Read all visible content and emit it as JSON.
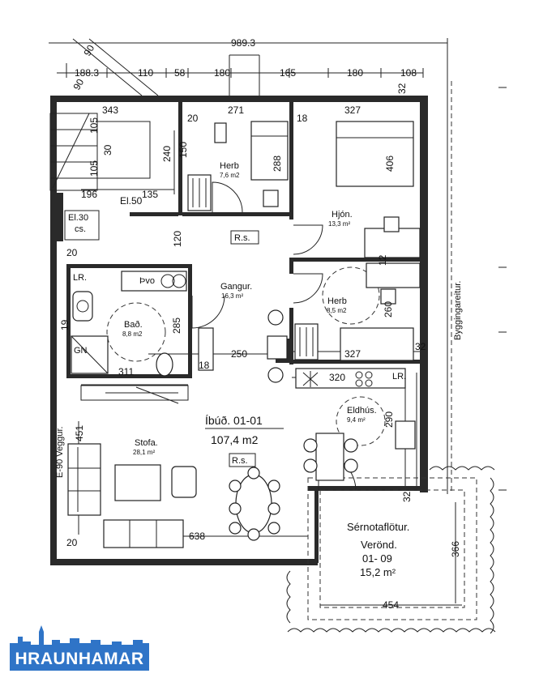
{
  "dimensions": {
    "top_total": "989.3",
    "top_segments": [
      "188.3",
      "110",
      "58",
      "180",
      "165",
      "180",
      "108"
    ],
    "d_90a": "90",
    "d_90b": "90",
    "d_343": "343",
    "d_271": "271",
    "d_327_top": "327",
    "d_20_herb": "20",
    "d_18_top": "18",
    "d_32_top": "32",
    "d_240": "240",
    "d_150": "150",
    "d_196": "196",
    "d_135": "135",
    "d_el50": "El.50",
    "d_288": "288",
    "d_406": "406",
    "d_120": "120",
    "d_12": "12",
    "d_20_left": "20",
    "d_285": "285",
    "d_250": "250",
    "d_18_mid": "18",
    "d_327_mid": "327",
    "d_32_mid": "32",
    "d_260": "260",
    "d_311": "311",
    "d_320": "320",
    "d_451": "451",
    "d_290": "290",
    "d_32_low": "32",
    "d_638": "638",
    "d_20_bottom": "20",
    "d_366": "366",
    "d_454": "454",
    "d_105a": "105",
    "d_105b": "105",
    "d_30": "30",
    "d_19": "19"
  },
  "labels": {
    "el30": "El.30",
    "cs": "cs.",
    "lr_bath": "LR.",
    "tvo": "Þvo",
    "gn": "GN",
    "lr_kitchen": "LR.",
    "rs_1": "R.s.",
    "rs_2": "R.s.",
    "veggur": "E-90 Veggur.",
    "byggingareitur": "Byggingareitur."
  },
  "rooms": [
    {
      "name": "Herb",
      "area": "7,6 m2"
    },
    {
      "name": "Hjón.",
      "area": "13,3 m²"
    },
    {
      "name": "Gangur.",
      "area": "16,3 m²"
    },
    {
      "name": "Herb",
      "area": "8,5 m2"
    },
    {
      "name": "Bað.",
      "area": "8,8 m2"
    },
    {
      "name": "Eldhús.",
      "area": "9,4 m²"
    },
    {
      "name": "Stofa.",
      "area": "28,1 m²"
    }
  ],
  "unit": {
    "title": "Íbúð.  01-01",
    "area": "107,4 m2"
  },
  "terrace": {
    "line1": "Sérnotaflötur.",
    "line2": "Verönd.",
    "line3": "01- 09",
    "area": "15,2 m²"
  },
  "brand": {
    "name": "HRAUNHAMAR",
    "color": "#2f74c7"
  }
}
